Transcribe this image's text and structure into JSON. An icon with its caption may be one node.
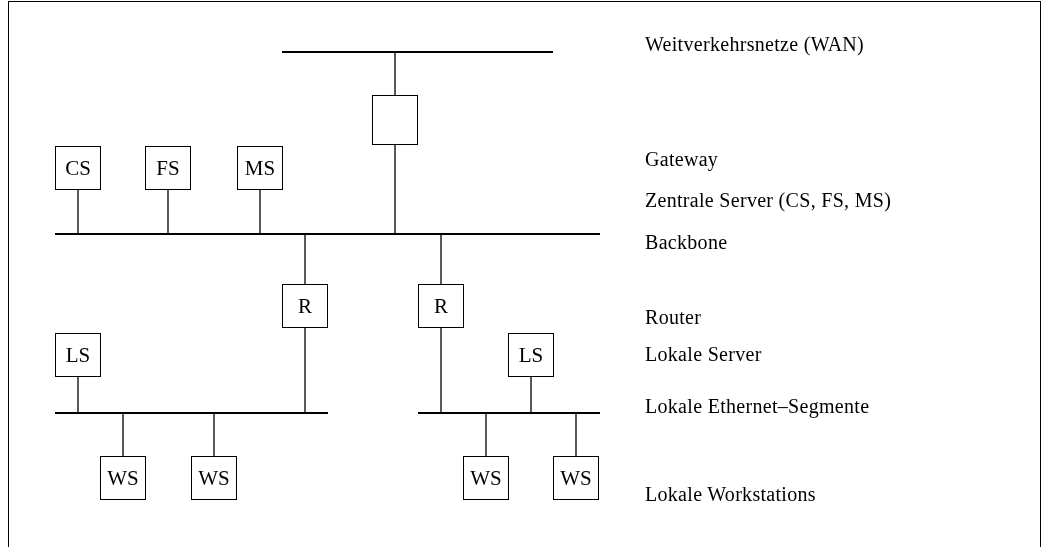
{
  "diagram": {
    "nodes": [
      {
        "text": [],
        "shape": "bar"
      },
      {
        "text": [],
        "shape": "box"
      },
      {
        "text": [
          "CS"
        ]
      },
      {
        "text": [
          "FS"
        ]
      },
      {
        "text": [
          "MS"
        ]
      },
      {
        "text": [],
        "shape": "bar"
      },
      {
        "text": [
          "R"
        ]
      },
      {
        "text": [
          "R"
        ]
      },
      {
        "text": [
          "LS"
        ]
      },
      {
        "text": [
          "LS"
        ]
      },
      {
        "text": [],
        "shape": "bar"
      },
      {
        "text": [],
        "shape": "bar"
      },
      {
        "text": [
          "WS"
        ]
      },
      {
        "text": [
          "WS"
        ]
      },
      {
        "text": [
          "WS"
        ]
      },
      {
        "text": [
          "WS"
        ]
      }
    ],
    "edges": [
      {
        "from": 0,
        "to": 1,
        "arrow": "none"
      },
      {
        "from": 1,
        "to": 5,
        "arrow": "none"
      },
      {
        "from": 2,
        "to": 5,
        "arrow": "none"
      },
      {
        "from": 3,
        "to": 5,
        "arrow": "none"
      },
      {
        "from": 4,
        "to": 5,
        "arrow": "none"
      },
      {
        "from": 5,
        "to": 6,
        "arrow": "none"
      },
      {
        "from": 5,
        "to": 7,
        "arrow": "none"
      },
      {
        "from": 6,
        "to": 10,
        "arrow": "none"
      },
      {
        "from": 7,
        "to": 11,
        "arrow": "none"
      },
      {
        "from": 8,
        "to": 10,
        "arrow": "none"
      },
      {
        "from": 9,
        "to": 11,
        "arrow": "none"
      },
      {
        "from": 10,
        "to": 12,
        "arrow": "none"
      },
      {
        "from": 10,
        "to": 13,
        "arrow": "none"
      },
      {
        "from": 11,
        "to": 14,
        "arrow": "none"
      },
      {
        "from": 11,
        "to": 15,
        "arrow": "none"
      }
    ],
    "labels": [
      "Weitverkehrsnetze (WAN)",
      "Gateway",
      "Zentrale Server (CS, FS, MS)",
      "Backbone",
      "Router",
      "Lokale Server",
      "Lokale Ethernet–Segmente",
      "Lokale Workstations"
    ]
  }
}
